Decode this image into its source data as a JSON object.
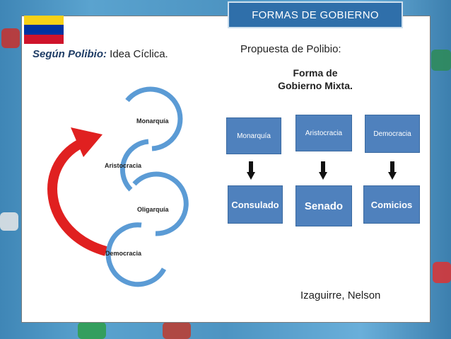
{
  "header": {
    "title": "FORMAS DE GOBIERNO"
  },
  "left": {
    "heading_bold": "Según Polibio:",
    "heading_rest": " Idea Cíclica.",
    "cycle": [
      "Monarquía",
      "Aristocracia",
      "Oligarquía",
      "Democracia"
    ]
  },
  "right": {
    "heading": "Propuesta de Polibio:",
    "subheading_line1": "Forma de",
    "subheading_line2": "Gobierno Mixta.",
    "top_boxes": [
      "Monarquía",
      "Aristocracia",
      "Democracia"
    ],
    "bottom_boxes": [
      "Consulado",
      "Senado",
      "Comicios"
    ]
  },
  "footer": {
    "author": "Izaguirre, Nelson"
  },
  "colors": {
    "ring": "#5b9bd5",
    "box": "#4f81bd",
    "cycle_arrow": "#e02020",
    "title_bar": "#2f6faa"
  }
}
